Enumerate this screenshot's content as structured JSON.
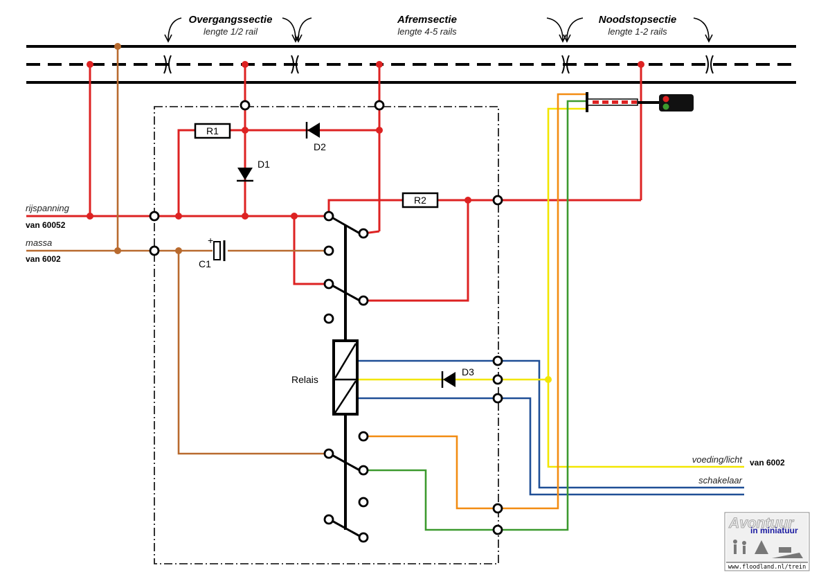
{
  "sections": {
    "transition": {
      "title": "Overgangssectie",
      "sub": "lengte 1/2 rail"
    },
    "braking": {
      "title": "Afremsectie",
      "sub": "lengte 4-5 rails"
    },
    "emergency": {
      "title": "Noodstopsectie",
      "sub": "lengte 1-2 rails"
    }
  },
  "components": {
    "r1": "R1",
    "r2": "R2",
    "d1": "D1",
    "d2": "D2",
    "d3": "D3",
    "c1": "C1",
    "relay": "Relais",
    "cap_plus": "+"
  },
  "inputs": {
    "drive_voltage": {
      "label": "rijspanning",
      "source": "van 60052"
    },
    "ground": {
      "label": "massa",
      "source": "van 6002"
    }
  },
  "outputs": {
    "power_light": {
      "label": "voeding/licht",
      "source": "van 6002"
    },
    "switch": {
      "label": "schakelaar"
    }
  },
  "logo": {
    "line1": "Avontuur",
    "line2": "in miniatuur",
    "url": "www.floodland.nl/trein"
  },
  "colors": {
    "drive": "#dd2222",
    "ground": "#b86a2e",
    "yellow": "#f2e600",
    "blue": "#1f4f96",
    "orange": "#f28c12",
    "green": "#3c9a2e"
  }
}
